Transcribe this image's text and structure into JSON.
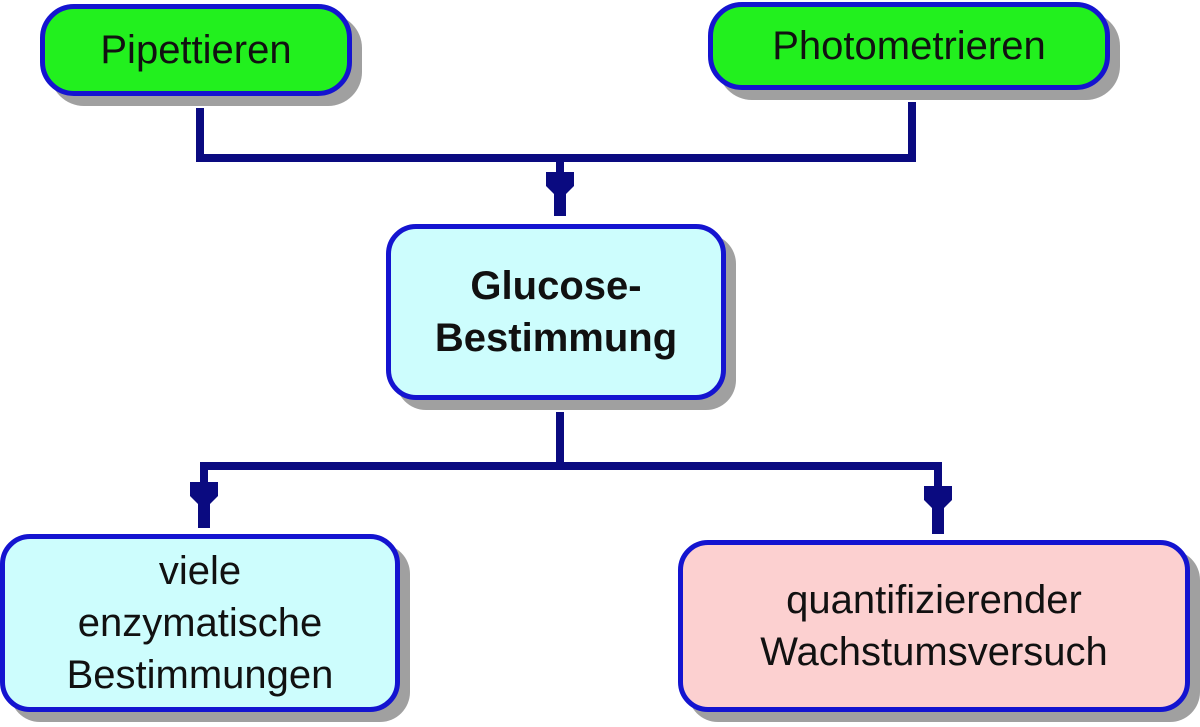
{
  "nodes": {
    "pipettieren": {
      "label": "Pipettieren",
      "fill": "#22f01e"
    },
    "photometrieren": {
      "label": "Photometrieren",
      "fill": "#22f01e"
    },
    "glucose": {
      "lines": [
        "Glucose-",
        "Bestimmung"
      ],
      "fill": "#cdfdfd"
    },
    "enzymatic": {
      "lines": [
        "viele",
        "enzymatische",
        "Bestimmungen"
      ],
      "fill": "#cdfdfd"
    },
    "growth": {
      "lines": [
        "quantifizierender",
        "Wachstumsversuch"
      ],
      "fill": "#fcd0d0"
    }
  },
  "edges": [
    {
      "from": "pipettieren",
      "to": "glucose"
    },
    {
      "from": "photometrieren",
      "to": "glucose"
    },
    {
      "from": "glucose",
      "to": "enzymatic"
    },
    {
      "from": "glucose",
      "to": "growth"
    }
  ],
  "colors": {
    "border": "#1414d0",
    "connector": "#0a0a80",
    "shadow": "#a0a0a0"
  }
}
